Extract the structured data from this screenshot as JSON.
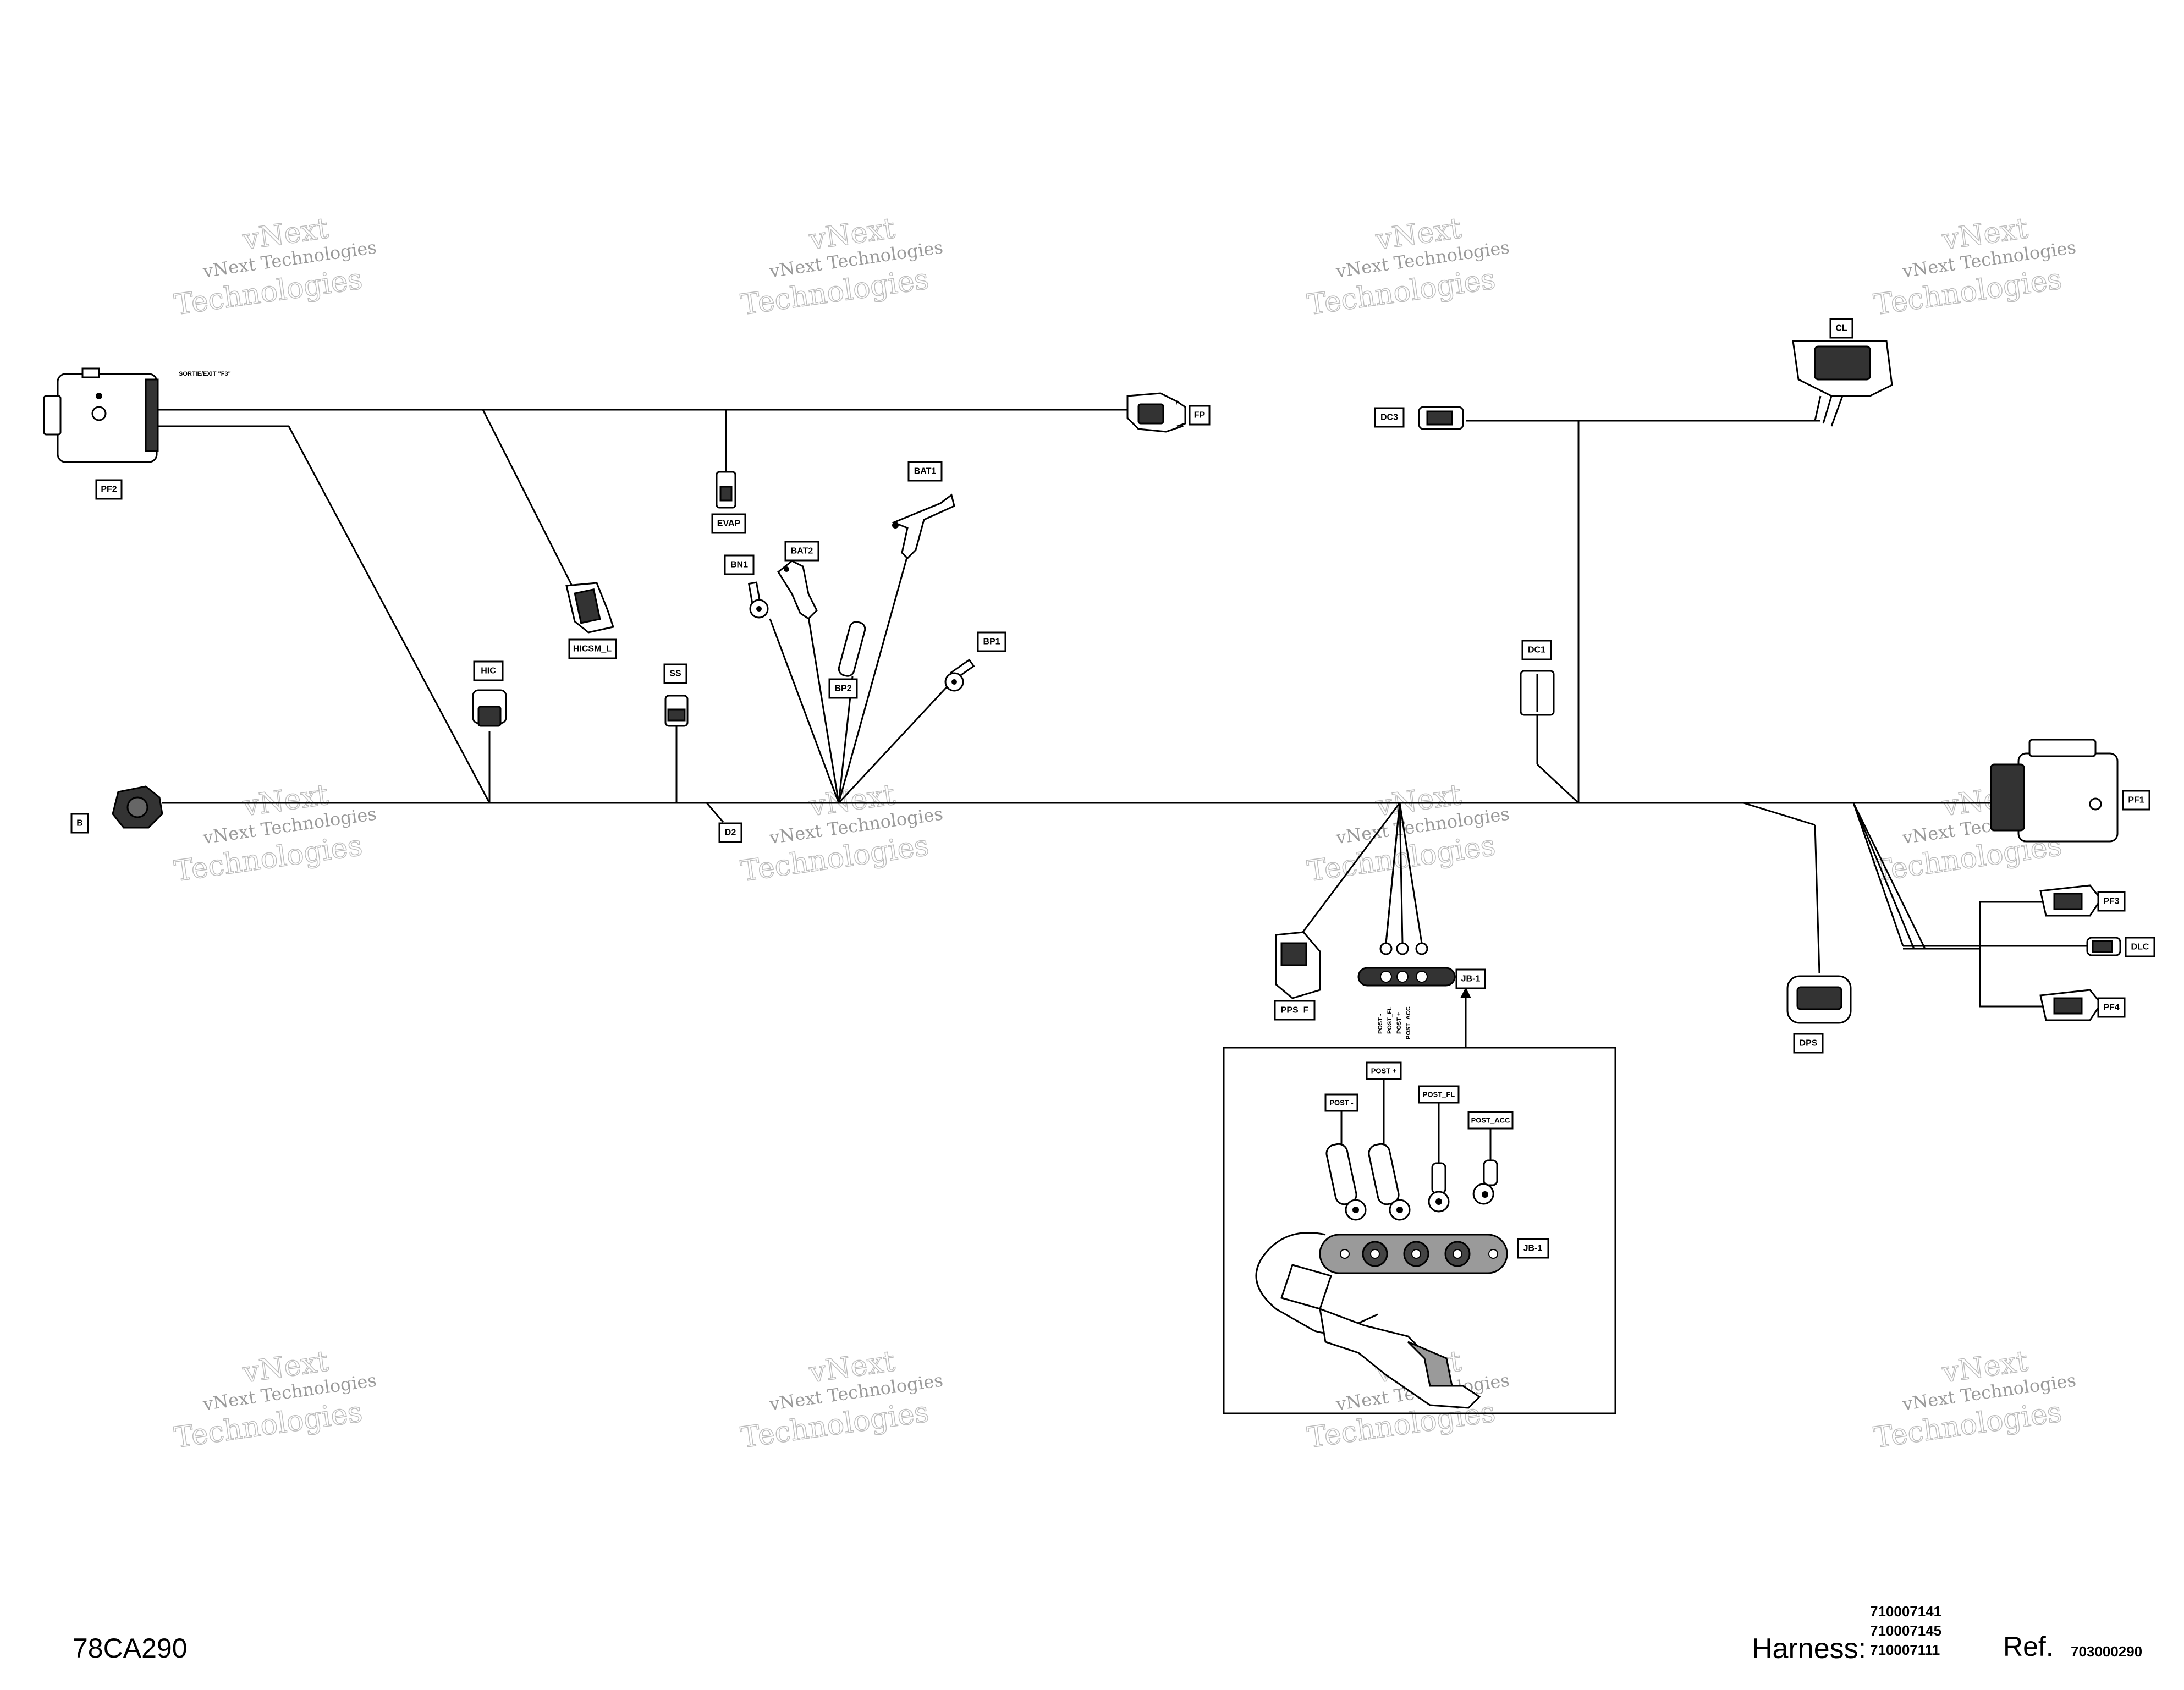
{
  "connectors": {
    "PF2": "PF2",
    "PF2_note": "SORTIE/EXIT \"F3\"",
    "FP": "FP",
    "EVAP": "EVAP",
    "BAT1": "BAT1",
    "BAT2": "BAT2",
    "BN1": "BN1",
    "HICSM_L": "HICSM_L",
    "HIC": "HIC",
    "SS": "SS",
    "BP1": "BP1",
    "BP2": "BP2",
    "B": "B",
    "D2": "D2",
    "DC3": "DC3",
    "CL": "CL",
    "DC1": "DC1",
    "PF1": "PF1",
    "PPS_F": "PPS_F",
    "JB1": "JB-1",
    "DPS": "DPS",
    "PF3": "PF3",
    "DLC": "DLC",
    "PF4": "PF4"
  },
  "jb_posts": [
    "POST -",
    "POST_FL",
    "POST +",
    "POST_ACC"
  ],
  "detail": {
    "post_minus": "POST -",
    "post_plus": "POST +",
    "post_fl": "POST_FL",
    "post_acc": "POST_ACC",
    "jb": "JB-1"
  },
  "watermark": {
    "line1": "vNext Technologies",
    "line2": "Technologies",
    "line3": "vNext"
  },
  "footer": {
    "drawing_id": "78CA290",
    "harness_label": "Harness:",
    "harness_numbers": [
      "710007141",
      "710007145",
      "710007111"
    ],
    "ref_label": "Ref.",
    "ref_number": "703000290"
  }
}
